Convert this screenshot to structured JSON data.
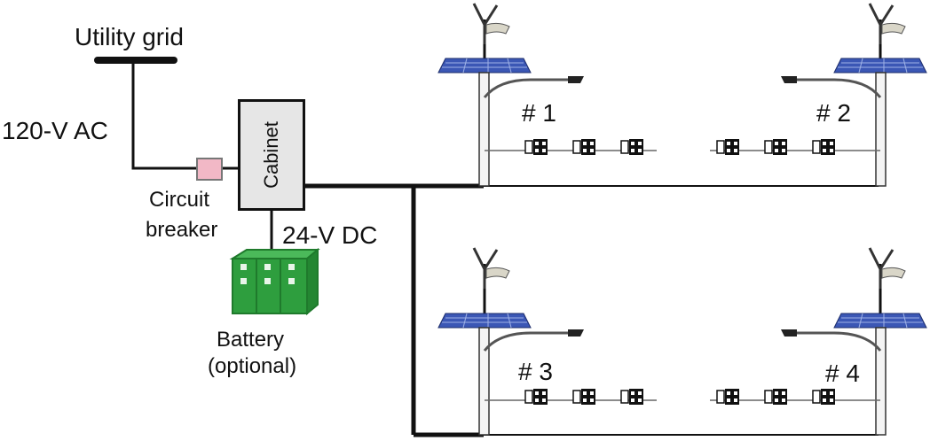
{
  "labels": {
    "utility_grid": "Utility grid",
    "ac": "120-V AC",
    "circuit": "Circuit",
    "breaker": "breaker",
    "cabinet": "Cabinet",
    "dc": "24-V DC",
    "battery": "Battery",
    "optional": "(optional)"
  },
  "poles": [
    {
      "label": "# 1"
    },
    {
      "label": "# 2"
    },
    {
      "label": "# 3"
    },
    {
      "label": "# 4"
    }
  ],
  "colors": {
    "wire": "#111111",
    "breaker": "#f2b8c6",
    "battery": "#2e9e3e",
    "battery_dark": "#1f7a2c",
    "solar": "#3b57b5",
    "cabinet": "#e6e6e6"
  }
}
